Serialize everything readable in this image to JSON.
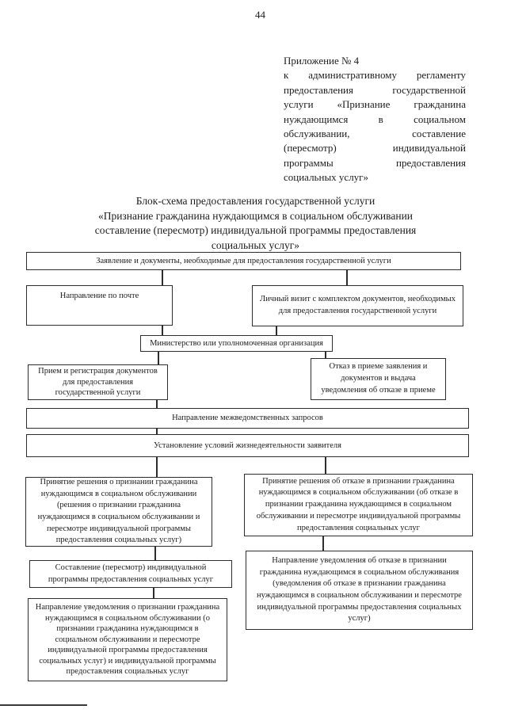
{
  "page": {
    "number": "44"
  },
  "colors": {
    "ink": "#1c1c1c",
    "border": "#2d2d2d",
    "background": "#ffffff"
  },
  "appendix": {
    "lines": [
      "Приложение № 4",
      "к административному регламенту",
      "предоставления государственной",
      "услуги «Признание гражданина",
      "нуждающимся в социальном",
      "обслуживании, составление",
      "(пересмотр) индивидуальной",
      "программы предоставления",
      "социальных услуг»"
    ]
  },
  "title": {
    "lines": [
      "Блок-схема предоставления государственной услуги",
      "«Признание гражданина нуждающимся в социальном обслуживании",
      "составление (пересмотр) индивидуальной программы предоставления",
      "социальных услуг»"
    ]
  },
  "boxes": {
    "b1": "Заявление и документы, необходимые для предоставления государственной услуги",
    "b2": "Направление по почте",
    "b3": "Личный визит с комплектом документов, необходимых для предоставления государственной услуги",
    "b4": "Министерство или уполномоченная организация",
    "b5": "Прием и регистрация документов для предоставления государственной услуги",
    "b6": "Отказ в приеме заявления и документов и выдача уведомления об отказе в приеме",
    "b7": "Направление межведомственных запросов",
    "b8": "Установление условий жизнедеятельности заявителя",
    "b9": "Принятие решения о признании гражданина нуждающимся в социальном обслуживании (решения о признании гражданина нуждающимся в социальном обслуживании и пересмотре индивидуальной программы предоставления социальных услуг)",
    "b10": "Принятие решения об отказе в признании гражданина нуждающимся в социальном обслуживании (об отказе в признании гражданина нуждающимся в социальном обслуживании и пересмотре индивидуальной программы предоставления социальных услуг",
    "b11": "Составление (пересмотр) индивидуальной программы предоставления социальных услуг",
    "b12": "Направление уведомления о признании гражданина нуждающимся в социальном обслуживании (о признании гражданина нуждающимся в социальном обслуживании и пересмотре индивидуальной программы предоставления социальных услуг) и индивидуальной программы предоставления социальных услуг",
    "b13": "Направление уведомления об отказе в признании гражданина нуждающимся в социальном обслуживания (уведомления об отказе в признании гражданина нуждающимся в социальном обслуживании и пересмотре индивидуальной программы предоставления социальных услуг)"
  }
}
